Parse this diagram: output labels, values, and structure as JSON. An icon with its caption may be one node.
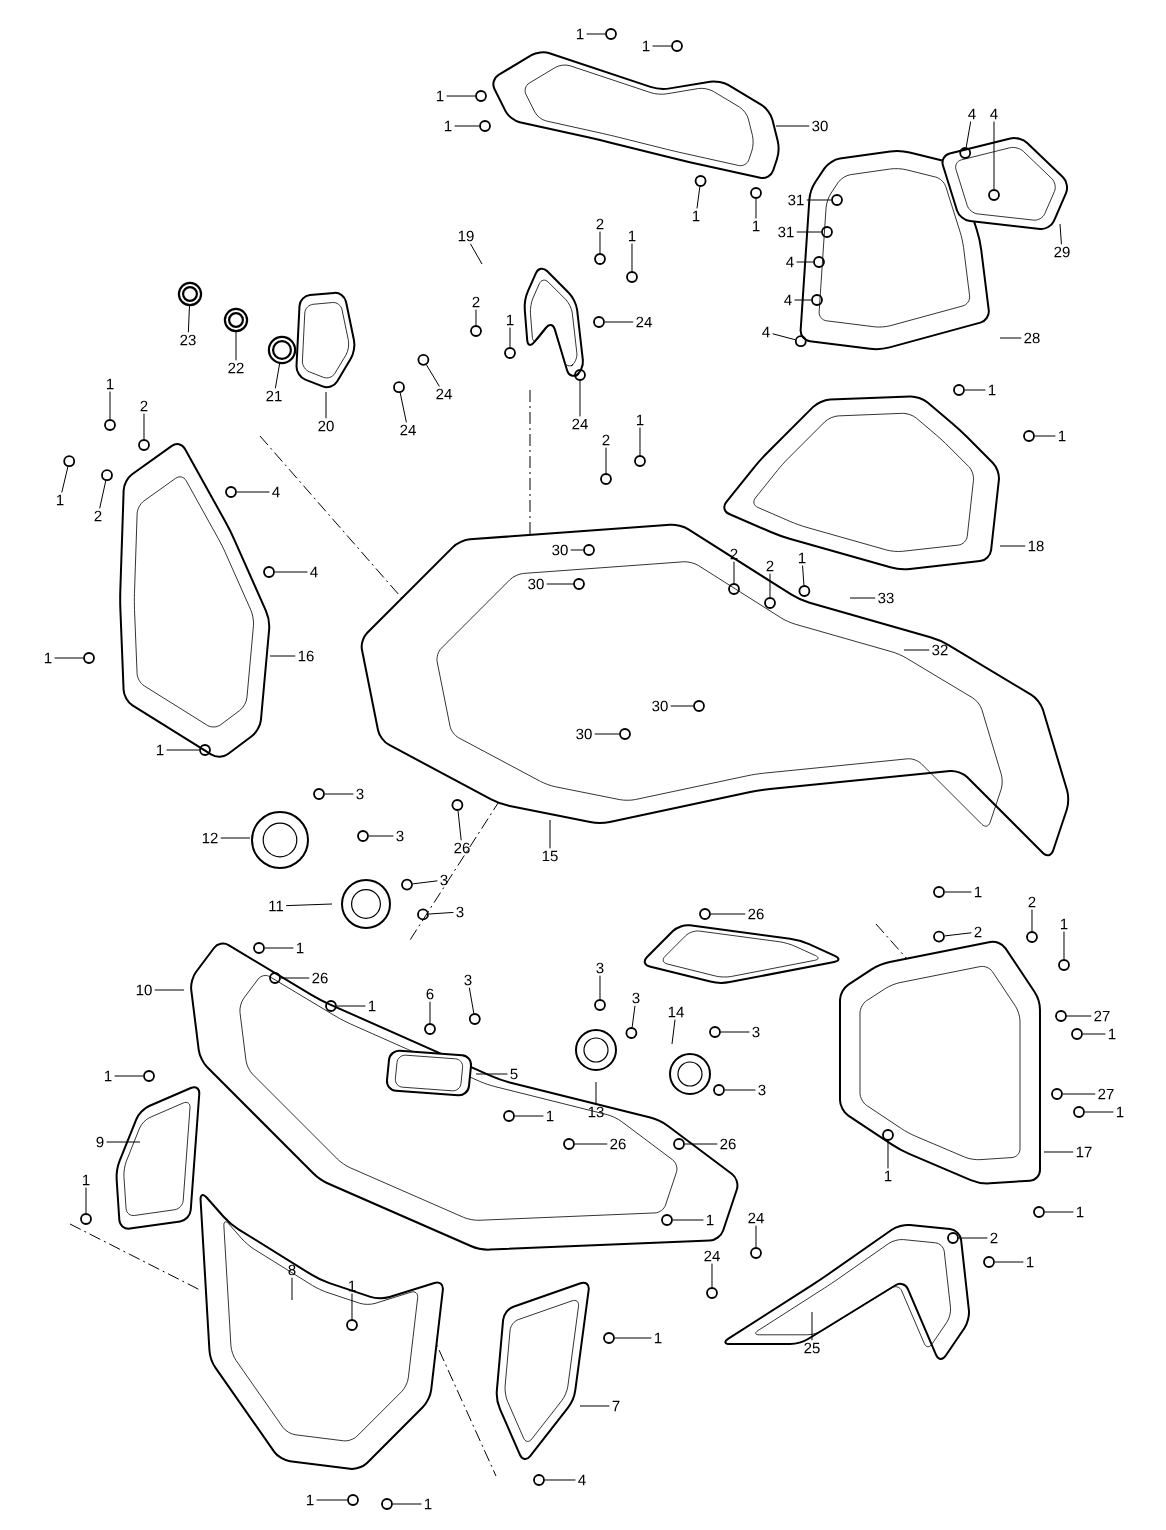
{
  "diagram": {
    "nodes": [
      {
        "text": [
          "1"
        ]
      },
      {
        "text": [
          "1"
        ]
      },
      {
        "text": [
          "1"
        ]
      },
      {
        "text": [
          "1"
        ]
      },
      {
        "text": [
          "30"
        ]
      },
      {
        "text": [
          "1"
        ]
      },
      {
        "text": [
          "1"
        ]
      },
      {
        "text": [
          "4"
        ]
      },
      {
        "text": [
          "4"
        ]
      },
      {
        "text": [
          "29"
        ]
      },
      {
        "text": [
          "31"
        ]
      },
      {
        "text": [
          "31"
        ]
      },
      {
        "text": [
          "4"
        ]
      },
      {
        "text": [
          "4"
        ]
      },
      {
        "text": [
          "4"
        ]
      },
      {
        "text": [
          "28"
        ]
      },
      {
        "text": [
          "19"
        ]
      },
      {
        "text": [
          "2"
        ]
      },
      {
        "text": [
          "1"
        ]
      },
      {
        "text": [
          "2"
        ]
      },
      {
        "text": [
          "1"
        ]
      },
      {
        "text": [
          "24"
        ]
      },
      {
        "text": [
          "24"
        ]
      },
      {
        "text": [
          "24"
        ]
      },
      {
        "text": [
          "24"
        ]
      },
      {
        "text": [
          "23"
        ]
      },
      {
        "text": [
          "22"
        ]
      },
      {
        "text": [
          "21"
        ]
      },
      {
        "text": [
          "20"
        ]
      },
      {
        "text": [
          "1"
        ]
      },
      {
        "text": [
          "2"
        ]
      },
      {
        "text": [
          "1"
        ]
      },
      {
        "text": [
          "2"
        ]
      },
      {
        "text": [
          "4"
        ]
      },
      {
        "text": [
          "4"
        ]
      },
      {
        "text": [
          "1"
        ]
      },
      {
        "text": [
          "1"
        ]
      },
      {
        "text": [
          "2"
        ]
      },
      {
        "text": [
          "1"
        ]
      },
      {
        "text": [
          "18"
        ]
      },
      {
        "text": [
          "30"
        ]
      },
      {
        "text": [
          "30"
        ]
      },
      {
        "text": [
          "2"
        ]
      },
      {
        "text": [
          "2"
        ]
      },
      {
        "text": [
          "1"
        ]
      },
      {
        "text": [
          "33"
        ]
      },
      {
        "text": [
          "32"
        ]
      },
      {
        "text": [
          "16"
        ]
      },
      {
        "text": [
          "1"
        ]
      },
      {
        "text": [
          "30"
        ]
      },
      {
        "text": [
          "30"
        ]
      },
      {
        "text": [
          "1"
        ]
      },
      {
        "text": [
          "3"
        ]
      },
      {
        "text": [
          "12"
        ]
      },
      {
        "text": [
          "3"
        ]
      },
      {
        "text": [
          "26"
        ]
      },
      {
        "text": [
          "15"
        ]
      },
      {
        "text": [
          "26"
        ]
      },
      {
        "text": [
          "3"
        ]
      },
      {
        "text": [
          "11"
        ]
      },
      {
        "text": [
          "3"
        ]
      },
      {
        "text": [
          "1"
        ]
      },
      {
        "text": [
          "2"
        ]
      },
      {
        "text": [
          "2"
        ]
      },
      {
        "text": [
          "1"
        ]
      },
      {
        "text": [
          "1"
        ]
      },
      {
        "text": [
          "3"
        ]
      },
      {
        "text": [
          "26"
        ]
      },
      {
        "text": [
          "3"
        ]
      },
      {
        "text": [
          "10"
        ]
      },
      {
        "text": [
          "6"
        ]
      },
      {
        "text": [
          "3"
        ]
      },
      {
        "text": [
          "14"
        ]
      },
      {
        "text": [
          "27"
        ]
      },
      {
        "text": [
          "1"
        ]
      },
      {
        "text": [
          "3"
        ]
      },
      {
        "text": [
          "1"
        ]
      },
      {
        "text": [
          "5"
        ]
      },
      {
        "text": [
          "1"
        ]
      },
      {
        "text": [
          "3"
        ]
      },
      {
        "text": [
          "27"
        ]
      },
      {
        "text": [
          "13"
        ]
      },
      {
        "text": [
          "1"
        ]
      },
      {
        "text": [
          "1"
        ]
      },
      {
        "text": [
          "9"
        ]
      },
      {
        "text": [
          "26"
        ]
      },
      {
        "text": [
          "26"
        ]
      },
      {
        "text": [
          "17"
        ]
      },
      {
        "text": [
          "1"
        ]
      },
      {
        "text": [
          "1"
        ]
      },
      {
        "text": [
          "1"
        ]
      },
      {
        "text": [
          "24"
        ]
      },
      {
        "text": [
          "1"
        ]
      },
      {
        "text": [
          "2"
        ]
      },
      {
        "text": [
          "24"
        ]
      },
      {
        "text": [
          "1"
        ]
      },
      {
        "text": [
          "8"
        ]
      },
      {
        "text": [
          "1"
        ]
      },
      {
        "text": [
          "1"
        ]
      },
      {
        "text": [
          "25"
        ]
      },
      {
        "text": [
          "7"
        ]
      },
      {
        "text": [
          "4"
        ]
      },
      {
        "text": [
          "1"
        ]
      },
      {
        "text": [
          "1"
        ]
      },
      {
        "text": [],
        "shape": "circle"
      },
      {
        "text": [],
        "shape": "circle"
      },
      {
        "text": [],
        "shape": "circle"
      },
      {
        "text": [],
        "shape": "circle"
      },
      {
        "text": [],
        "shape": "circle"
      },
      {
        "text": [],
        "shape": "circle"
      },
      {
        "text": [],
        "shape": "circle"
      },
      {
        "text": [],
        "shape": "circle"
      },
      {
        "text": [],
        "shape": "circle"
      },
      {
        "text": [],
        "shape": "circle"
      },
      {
        "text": [],
        "shape": "circle"
      },
      {
        "text": [],
        "shape": "circle"
      },
      {
        "text": [],
        "shape": "circle"
      },
      {
        "text": [],
        "shape": "circle"
      },
      {
        "text": [],
        "shape": "circle"
      },
      {
        "text": [],
        "shape": "circle"
      },
      {
        "text": [],
        "shape": "circle"
      },
      {
        "text": [],
        "shape": "circle"
      },
      {
        "text": [],
        "shape": "circle"
      },
      {
        "text": [],
        "shape": "circle"
      },
      {
        "text": [],
        "shape": "circle"
      },
      {
        "text": [],
        "shape": "circle"
      },
      {
        "text": [],
        "shape": "circle"
      },
      {
        "text": [],
        "shape": "circle"
      },
      {
        "text": [],
        "shape": "circle"
      },
      {
        "text": [],
        "shape": "circle"
      },
      {
        "text": [],
        "shape": "circle"
      },
      {
        "text": [],
        "shape": "circle"
      },
      {
        "text": [],
        "shape": "circle"
      },
      {
        "text": [],
        "shape": "circle"
      },
      {
        "text": [],
        "shape": "circle"
      },
      {
        "text": [],
        "shape": "circle"
      },
      {
        "text": [],
        "shape": "circle"
      },
      {
        "text": [],
        "shape": "circle"
      },
      {
        "text": [],
        "shape": "circle"
      },
      {
        "text": [],
        "shape": "circle"
      },
      {
        "text": [],
        "shape": "circle"
      },
      {
        "text": [],
        "shape": "circle"
      },
      {
        "text": [],
        "shape": "circle"
      },
      {
        "text": [],
        "shape": "circle"
      },
      {
        "text": [],
        "shape": "circle"
      },
      {
        "text": [],
        "shape": "circle"
      },
      {
        "text": [],
        "shape": "circle"
      },
      {
        "text": [],
        "shape": "circle"
      },
      {
        "text": [],
        "shape": "circle"
      },
      {
        "text": [],
        "shape": "circle"
      },
      {
        "text": [],
        "shape": "circle"
      },
      {
        "text": [],
        "shape": "circle"
      },
      {
        "text": [],
        "shape": "circle"
      },
      {
        "text": [],
        "shape": "circle"
      },
      {
        "text": [],
        "shape": "circle"
      },
      {
        "text": [],
        "shape": "circle"
      },
      {
        "text": [],
        "shape": "circle"
      },
      {
        "text": [],
        "shape": "circle"
      },
      {
        "text": [],
        "shape": "circle"
      },
      {
        "text": [],
        "shape": "circle"
      },
      {
        "text": [],
        "shape": "circle"
      },
      {
        "text": [],
        "shape": "circle"
      },
      {
        "text": [],
        "shape": "circle"
      },
      {
        "text": [],
        "shape": "circle"
      },
      {
        "text": [],
        "shape": "circle"
      },
      {
        "text": [],
        "shape": "circle"
      },
      {
        "text": [],
        "shape": "circle"
      },
      {
        "text": [],
        "shape": "circle"
      },
      {
        "text": [],
        "shape": "circle"
      },
      {
        "text": [],
        "shape": "circle"
      },
      {
        "text": [],
        "shape": "circle"
      },
      {
        "text": [],
        "shape": "circle"
      },
      {
        "text": [],
        "shape": "circle"
      },
      {
        "text": [],
        "shape": "circle"
      },
      {
        "text": [],
        "shape": "circle"
      },
      {
        "text": [],
        "shape": "circle"
      },
      {
        "text": [],
        "shape": "circle"
      },
      {
        "text": [],
        "shape": "circle"
      },
      {
        "text": [],
        "shape": "circle"
      },
      {
        "text": [],
        "shape": "circle"
      },
      {
        "text": [],
        "shape": "circle"
      },
      {
        "text": [],
        "shape": "circle"
      },
      {
        "text": [],
        "shape": "circle"
      },
      {
        "text": [],
        "shape": "circle"
      },
      {
        "text": [],
        "shape": "circle"
      },
      {
        "text": [],
        "shape": "circle"
      },
      {
        "text": [],
        "shape": "circle"
      }
    ],
    "edges": [
      {
        "from": 0,
        "to": 104,
        "arrow": "none"
      },
      {
        "from": 1,
        "to": 105,
        "arrow": "none"
      },
      {
        "from": 2,
        "to": 106,
        "arrow": "none"
      },
      {
        "from": 3,
        "to": 107,
        "arrow": "none"
      },
      {
        "from": 4,
        "to": null,
        "arrow": "none"
      },
      {
        "from": 5,
        "to": 108,
        "arrow": "none"
      },
      {
        "from": 6,
        "to": 109,
        "arrow": "none"
      },
      {
        "from": 7,
        "to": 110,
        "arrow": "none"
      },
      {
        "from": 8,
        "to": 111,
        "arrow": "none"
      },
      {
        "from": 9,
        "to": null,
        "arrow": "none"
      },
      {
        "from": 10,
        "to": 112,
        "arrow": "none"
      },
      {
        "from": 11,
        "to": 113,
        "arrow": "none"
      },
      {
        "from": 12,
        "to": 114,
        "arrow": "none"
      },
      {
        "from": 13,
        "to": 115,
        "arrow": "none"
      },
      {
        "from": 14,
        "to": 116,
        "arrow": "none"
      },
      {
        "from": 15,
        "to": null,
        "arrow": "none"
      },
      {
        "from": 16,
        "to": null,
        "arrow": "none"
      },
      {
        "from": 17,
        "to": 117,
        "arrow": "none"
      },
      {
        "from": 18,
        "to": 118,
        "arrow": "none"
      },
      {
        "from": 19,
        "to": 119,
        "arrow": "none"
      },
      {
        "from": 20,
        "to": 120,
        "arrow": "none"
      },
      {
        "from": 21,
        "to": 121,
        "arrow": "none"
      },
      {
        "from": 22,
        "to": 122,
        "arrow": "none"
      },
      {
        "from": 23,
        "to": 123,
        "arrow": "none"
      },
      {
        "from": 24,
        "to": 124,
        "arrow": "none"
      },
      {
        "from": 25,
        "to": 184,
        "arrow": "none"
      },
      {
        "from": 26,
        "to": 185,
        "arrow": "none"
      },
      {
        "from": 27,
        "to": 186,
        "arrow": "none"
      },
      {
        "from": 28,
        "to": null,
        "arrow": "none"
      },
      {
        "from": 29,
        "to": 125,
        "arrow": "none"
      },
      {
        "from": 30,
        "to": 126,
        "arrow": "none"
      },
      {
        "from": 31,
        "to": 127,
        "arrow": "none"
      },
      {
        "from": 32,
        "to": 128,
        "arrow": "none"
      },
      {
        "from": 33,
        "to": 129,
        "arrow": "none"
      },
      {
        "from": 34,
        "to": 130,
        "arrow": "none"
      },
      {
        "from": 35,
        "to": 131,
        "arrow": "none"
      },
      {
        "from": 36,
        "to": 132,
        "arrow": "none"
      },
      {
        "from": 37,
        "to": 133,
        "arrow": "none"
      },
      {
        "from": 38,
        "to": 134,
        "arrow": "none"
      },
      {
        "from": 39,
        "to": null,
        "arrow": "none"
      },
      {
        "from": 40,
        "to": 135,
        "arrow": "none"
      },
      {
        "from": 41,
        "to": 136,
        "arrow": "none"
      },
      {
        "from": 42,
        "to": 137,
        "arrow": "none"
      },
      {
        "from": 43,
        "to": 138,
        "arrow": "none"
      },
      {
        "from": 44,
        "to": 139,
        "arrow": "none"
      },
      {
        "from": 45,
        "to": null,
        "arrow": "none"
      },
      {
        "from": 46,
        "to": null,
        "arrow": "none"
      },
      {
        "from": 47,
        "to": null,
        "arrow": "none"
      },
      {
        "from": 48,
        "to": 140,
        "arrow": "none"
      },
      {
        "from": 49,
        "to": 141,
        "arrow": "none"
      },
      {
        "from": 50,
        "to": 142,
        "arrow": "none"
      },
      {
        "from": 51,
        "to": 143,
        "arrow": "none"
      },
      {
        "from": 52,
        "to": 144,
        "arrow": "none"
      },
      {
        "from": 53,
        "to": null,
        "arrow": "none"
      },
      {
        "from": 54,
        "to": 145,
        "arrow": "none"
      },
      {
        "from": 55,
        "to": 146,
        "arrow": "none"
      },
      {
        "from": 56,
        "to": null,
        "arrow": "none"
      },
      {
        "from": 57,
        "to": 147,
        "arrow": "none"
      },
      {
        "from": 58,
        "to": 148,
        "arrow": "none"
      },
      {
        "from": 59,
        "to": null,
        "arrow": "none"
      },
      {
        "from": 60,
        "to": 149,
        "arrow": "none"
      },
      {
        "from": 61,
        "to": 150,
        "arrow": "none"
      },
      {
        "from": 62,
        "to": 151,
        "arrow": "none"
      },
      {
        "from": 63,
        "to": 152,
        "arrow": "none"
      },
      {
        "from": 64,
        "to": 153,
        "arrow": "none"
      },
      {
        "from": 65,
        "to": 154,
        "arrow": "none"
      },
      {
        "from": 66,
        "to": 155,
        "arrow": "none"
      },
      {
        "from": 67,
        "to": 156,
        "arrow": "none"
      },
      {
        "from": 68,
        "to": 157,
        "arrow": "none"
      },
      {
        "from": 69,
        "to": null,
        "arrow": "none"
      },
      {
        "from": 70,
        "to": 158,
        "arrow": "none"
      },
      {
        "from": 71,
        "to": 159,
        "arrow": "none"
      },
      {
        "from": 72,
        "to": null,
        "arrow": "none"
      },
      {
        "from": 73,
        "to": 160,
        "arrow": "none"
      },
      {
        "from": 74,
        "to": 161,
        "arrow": "none"
      },
      {
        "from": 75,
        "to": 162,
        "arrow": "none"
      },
      {
        "from": 76,
        "to": 163,
        "arrow": "none"
      },
      {
        "from": 77,
        "to": null,
        "arrow": "none"
      },
      {
        "from": 78,
        "to": 164,
        "arrow": "none"
      },
      {
        "from": 79,
        "to": 165,
        "arrow": "none"
      },
      {
        "from": 80,
        "to": 166,
        "arrow": "none"
      },
      {
        "from": 81,
        "to": null,
        "arrow": "none"
      },
      {
        "from": 82,
        "to": 167,
        "arrow": "none"
      },
      {
        "from": 83,
        "to": 168,
        "arrow": "none"
      },
      {
        "from": 84,
        "to": null,
        "arrow": "none"
      },
      {
        "from": 85,
        "to": 169,
        "arrow": "none"
      },
      {
        "from": 86,
        "to": 170,
        "arrow": "none"
      },
      {
        "from": 87,
        "to": null,
        "arrow": "none"
      },
      {
        "from": 88,
        "to": 171,
        "arrow": "none"
      },
      {
        "from": 89,
        "to": 172,
        "arrow": "none"
      },
      {
        "from": 90,
        "to": 173,
        "arrow": "none"
      },
      {
        "from": 91,
        "to": 174,
        "arrow": "none"
      },
      {
        "from": 92,
        "to": 175,
        "arrow": "none"
      },
      {
        "from": 93,
        "to": 176,
        "arrow": "none"
      },
      {
        "from": 94,
        "to": 177,
        "arrow": "none"
      },
      {
        "from": 95,
        "to": 178,
        "arrow": "none"
      },
      {
        "from": 96,
        "to": null,
        "arrow": "none"
      },
      {
        "from": 97,
        "to": 179,
        "arrow": "none"
      },
      {
        "from": 98,
        "to": 180,
        "arrow": "none"
      },
      {
        "from": 99,
        "to": null,
        "arrow": "none"
      },
      {
        "from": 100,
        "to": null,
        "arrow": "none"
      },
      {
        "from": 101,
        "to": 181,
        "arrow": "none"
      },
      {
        "from": 102,
        "to": 182,
        "arrow": "none"
      },
      {
        "from": 103,
        "to": 183,
        "arrow": "none"
      }
    ]
  }
}
